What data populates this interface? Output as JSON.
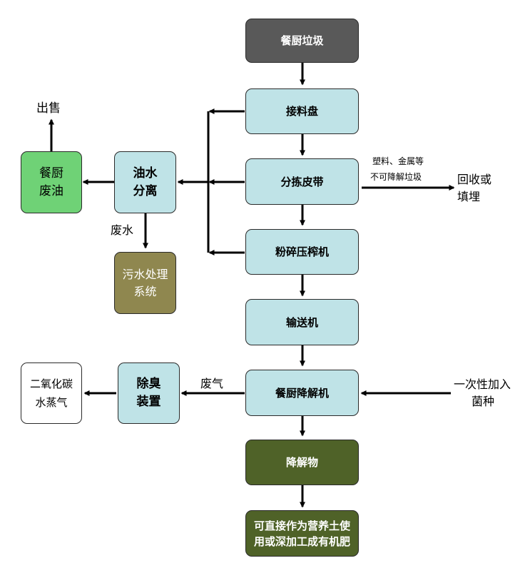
{
  "nodes": {
    "food_waste": "餐厨垃圾",
    "receiving_tray": "接料盘",
    "sorting_belt": "分拣皮带",
    "crusher_press": "粉碎压榨机",
    "conveyor": "输送机",
    "degrader": "餐厨降解机",
    "degradation_product": "降解物",
    "final_use_line1": "可直接作为营养土使",
    "final_use_line2": "用或深加工成有机肥",
    "oil_water_line1": "油水",
    "oil_water_line2": "分离",
    "waste_oil_line1": "餐厨",
    "waste_oil_line2": "废油",
    "sewage_line1": "污水处理",
    "sewage_line2": "系统",
    "deodorizer_line1": "除臭",
    "deodorizer_line2": "装置",
    "co2": "二氧化碳",
    "water_vapor": "水蒸气"
  },
  "labels": {
    "sale": "出售",
    "wastewater": "废水",
    "exhaust": "废气",
    "nondegradable_line1": "塑料、金属等",
    "nondegradable_line2": "不可降解垃圾",
    "recycle_line1": "回收或",
    "recycle_line2": "填埋",
    "inoculant_line1": "一次性加入",
    "inoculant_line2": "菌种"
  },
  "colors": {
    "process_box": "#bfe3e7",
    "start_box": "#595959",
    "output_box": "#4f6228",
    "oil_box": "#6fd276",
    "sewage_box": "#8f874f",
    "arrow": "#000000"
  }
}
